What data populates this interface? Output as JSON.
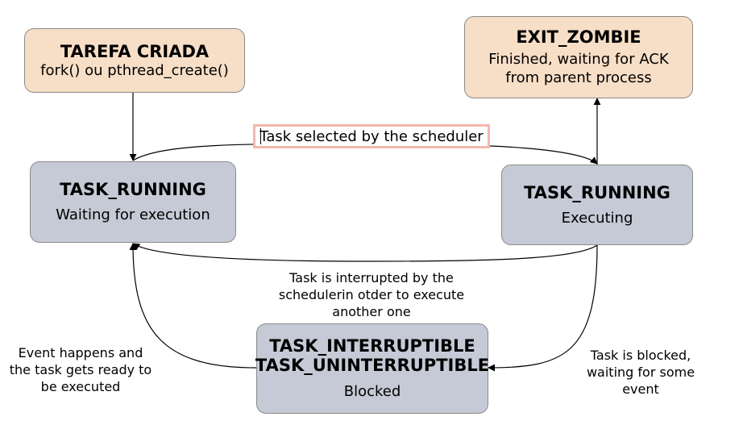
{
  "nodes": {
    "created": {
      "title": "TAREFA CRIADA",
      "subtitle": "fork() ou pthread_create()"
    },
    "zombie": {
      "title": "EXIT_ZOMBIE",
      "subtitle_line1": "Finished, waiting for ACK",
      "subtitle_line2": "from parent process"
    },
    "ready": {
      "title": "TASK_RUNNING",
      "subtitle": "Waiting for execution"
    },
    "executing": {
      "title": "TASK_RUNNING",
      "subtitle": "Executing"
    },
    "blocked": {
      "title_line1": "TASK_INTERRUPTIBLE",
      "title_line2": "TASK_UNINTERRUPTIBLE",
      "subtitle": "Blocked"
    }
  },
  "edges": {
    "scheduled": "Task selected by the scheduler",
    "preempted": [
      "Task is interrupted by the",
      "schedulerin otder to execute",
      "another one"
    ],
    "event_ready": [
      "Event happens and",
      "the task gets ready to",
      "be executed"
    ],
    "blocked": [
      "Task is blocked,",
      "waiting for some",
      "event"
    ]
  },
  "colors": {
    "start_fill": "#f7dec6",
    "state_fill": "#c5cad6",
    "selection_border": "#f2b8ad"
  }
}
